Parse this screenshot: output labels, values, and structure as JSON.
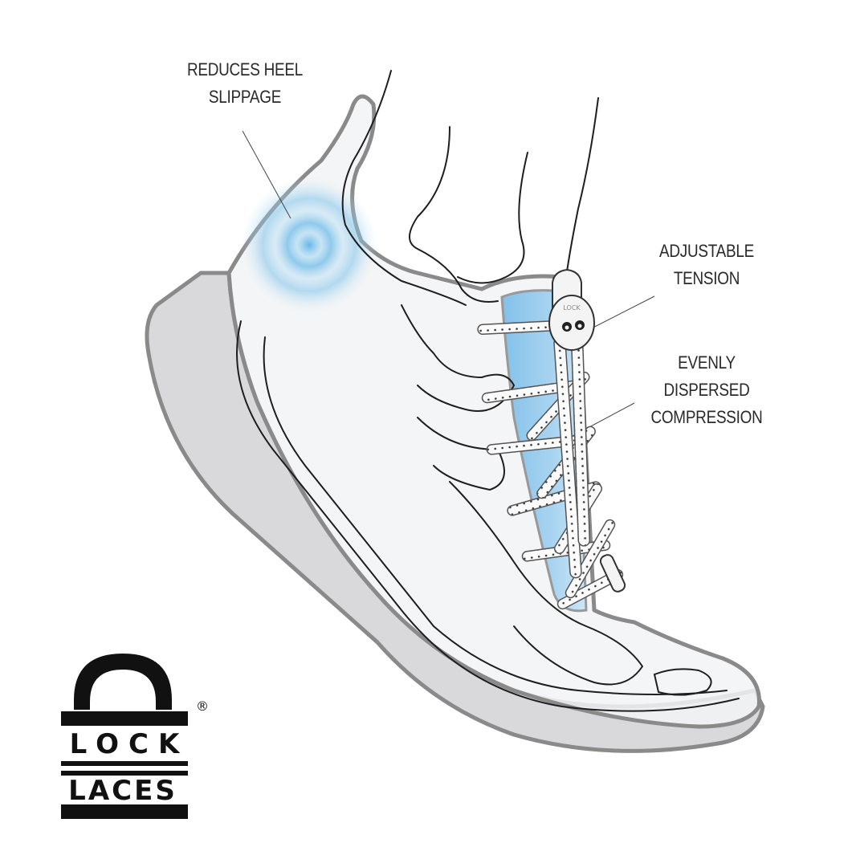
{
  "callouts": [
    {
      "id": "heel",
      "lines": [
        "REDUCES HEEL",
        "SLIPPAGE"
      ]
    },
    {
      "id": "tension",
      "lines": [
        "ADJUSTABLE",
        "TENSION"
      ]
    },
    {
      "id": "compression",
      "lines": [
        "EVENLY",
        "DISPERSED",
        "COMPRESSION"
      ]
    }
  ],
  "logo": {
    "line1": "LOCK",
    "line2": "LACES",
    "registered": "®"
  },
  "lock_device": {
    "engraving": "LOCK"
  },
  "colors": {
    "highlight_blue": "#7cc2ea",
    "sole_gray": "#d9d9db",
    "outline_gray": "#8a8a8a",
    "ink": "#1e1e1e"
  }
}
